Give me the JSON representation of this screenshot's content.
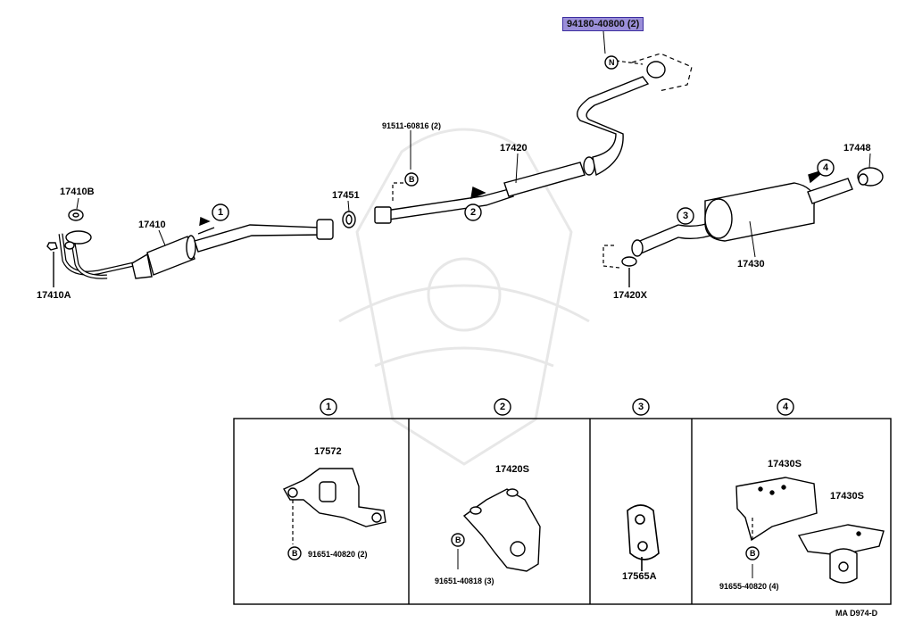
{
  "highlighted_part": "94180-40800 (2)",
  "main_labels": {
    "p17410B": "17410B",
    "p17410": "17410",
    "p17410A": "17410A",
    "p17451": "17451",
    "p91511": "91511-60816 (2)",
    "p17420": "17420",
    "p17448": "17448",
    "p17430": "17430",
    "p17420X": "17420X"
  },
  "callout_letters": {
    "b": "B",
    "n": "N"
  },
  "circle_numbers": [
    "1",
    "2",
    "3",
    "4"
  ],
  "detail_panels": [
    {
      "num": "1",
      "part": "17572",
      "fastener": "91651-40820 (2)"
    },
    {
      "num": "2",
      "part": "17420S",
      "fastener": "91651-40818 (3)"
    },
    {
      "num": "3",
      "part": "17565A"
    },
    {
      "num": "4",
      "part": "17430S",
      "part2": "17430S",
      "fastener": "91655-40820 (4)"
    }
  ],
  "diagram_code": "MA D974-D"
}
